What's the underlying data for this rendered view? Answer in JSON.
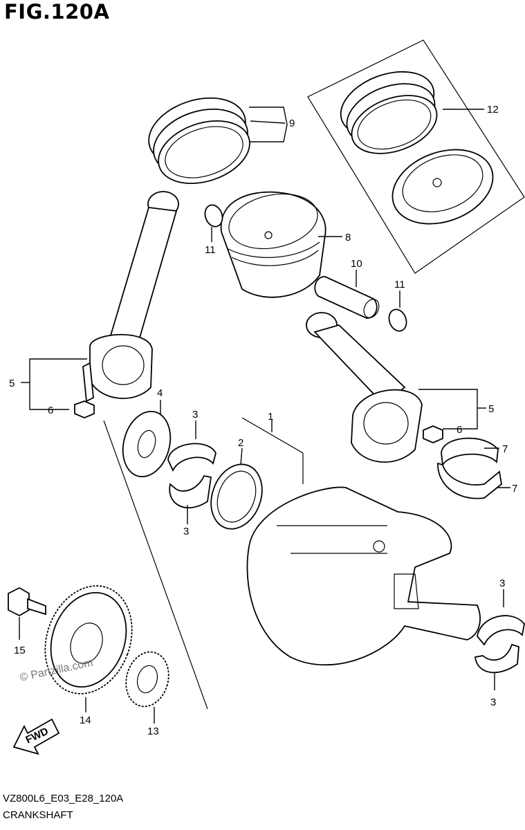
{
  "header": {
    "title": "FIG.120A"
  },
  "footer": {
    "code": "VZ800L6_E03_E28_120A",
    "name": "CRANKSHAFT",
    "fine_print": ""
  },
  "watermark": {
    "text": "© Partzilla.com"
  },
  "direction": {
    "label": "FWD"
  },
  "callouts": {
    "c1": "1",
    "c2": "2",
    "c3a": "3",
    "c3b": "3",
    "c3c": "3",
    "c3d": "3",
    "c4": "4",
    "c5a": "5",
    "c5b": "5",
    "c6a": "6",
    "c6b": "6",
    "c7a": "7",
    "c7b": "7",
    "c8": "8",
    "c9": "9",
    "c10": "10",
    "c11a": "11",
    "c11b": "11",
    "c12": "12",
    "c13": "13",
    "c14": "14",
    "c15": "15"
  }
}
